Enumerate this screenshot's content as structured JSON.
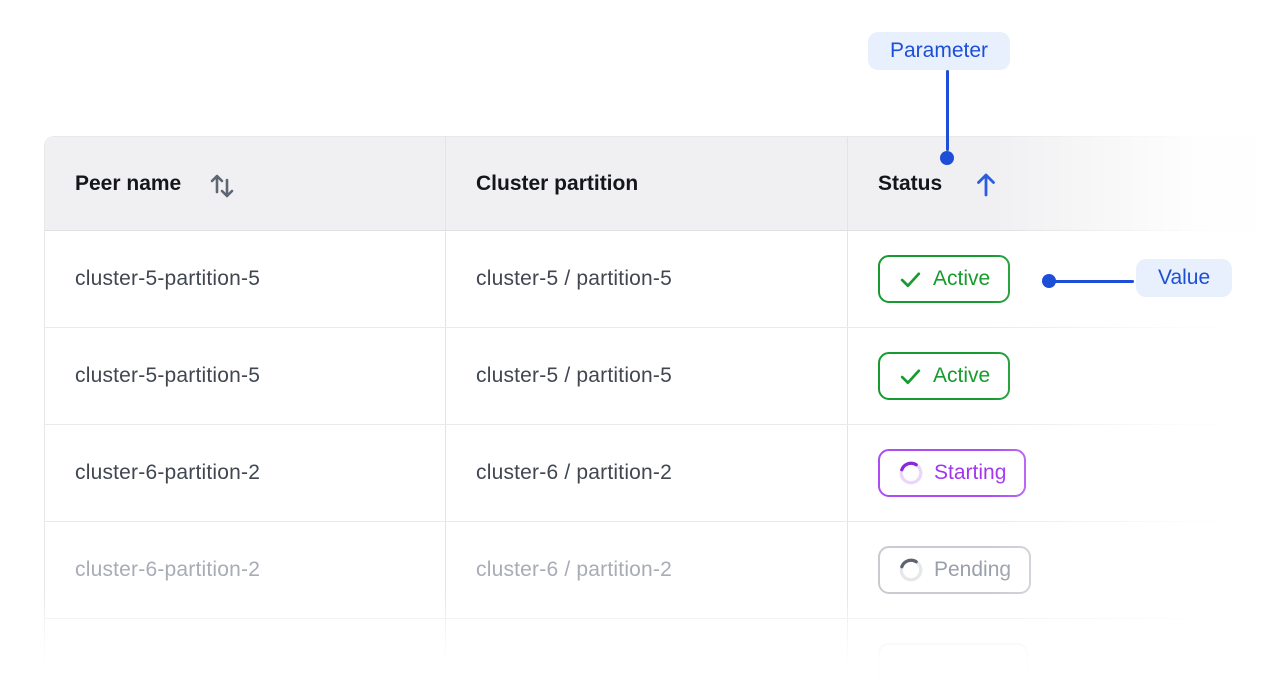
{
  "annotations": {
    "parameter_label": "Parameter",
    "value_label": "Value"
  },
  "table": {
    "columns": [
      {
        "label": "Peer name",
        "sort": "sortable-both"
      },
      {
        "label": "Cluster partition",
        "sort": "none"
      },
      {
        "label": "Status",
        "sort": "ascending"
      }
    ],
    "rows": [
      {
        "peer": "cluster-5-partition-5",
        "partition": "cluster-5 / partition-5",
        "status": {
          "label": "Active",
          "state": "active",
          "icon": "check"
        },
        "dimmed": false
      },
      {
        "peer": "cluster-5-partition-5",
        "partition": "cluster-5 / partition-5",
        "status": {
          "label": "Active",
          "state": "active",
          "icon": "check"
        },
        "dimmed": false
      },
      {
        "peer": "cluster-6-partition-2",
        "partition": "cluster-6 / partition-2",
        "status": {
          "label": "Starting",
          "state": "starting",
          "icon": "spinner"
        },
        "dimmed": false
      },
      {
        "peer": "cluster-6-partition-2",
        "partition": "cluster-6 / partition-2",
        "status": {
          "label": "Pending",
          "state": "pending",
          "icon": "spinner"
        },
        "dimmed": true
      },
      {
        "peer": "",
        "partition": "",
        "status": {
          "label": "",
          "state": "ghost",
          "icon": "none"
        },
        "dimmed": true
      }
    ]
  },
  "colors": {
    "accent_blue": "#1d4ed8",
    "annotation_bg": "#e9f0fd",
    "active_green": "#169b2e",
    "starting_purple": "#a335f2",
    "pending_gray": "#9aa0ab",
    "header_bg": "#f0f0f2"
  }
}
